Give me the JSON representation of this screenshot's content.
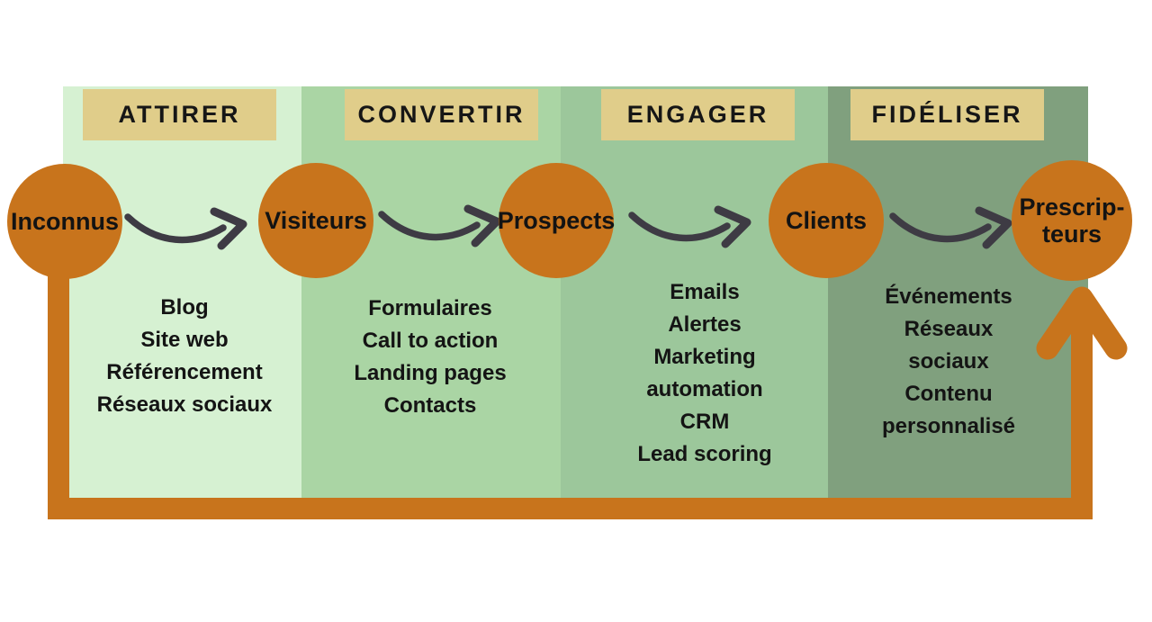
{
  "stages": [
    {
      "header": "ATTIRER",
      "items": [
        "Blog",
        "Site web",
        "Référencement",
        "Réseaux sociaux"
      ]
    },
    {
      "header": "CONVERTIR",
      "items": [
        "Formulaires",
        "Call to action",
        "Landing pages",
        "Contacts"
      ]
    },
    {
      "header": "ENGAGER",
      "items": [
        "Emails",
        "Alertes",
        "Marketing automation",
        "CRM",
        "Lead scoring"
      ]
    },
    {
      "header": "FIDÉLISER",
      "items": [
        "Événements",
        "Réseaux sociaux",
        "Contenu personnalisé"
      ]
    }
  ],
  "circles": [
    "Inconnus",
    "Visiteurs",
    "Prospects",
    "Clients",
    "Prescrip-\nteurs"
  ],
  "colors": {
    "circle_orange": "#c8741c",
    "return_arrow_orange": "#c8741c",
    "header_bg": "#e0cd8a",
    "flow_arrow": "#3e3b44",
    "text": "#171717",
    "column_backgrounds": [
      "#d6f1d2",
      "#aad5a4",
      "#9cc79b",
      "#80a07e"
    ]
  }
}
